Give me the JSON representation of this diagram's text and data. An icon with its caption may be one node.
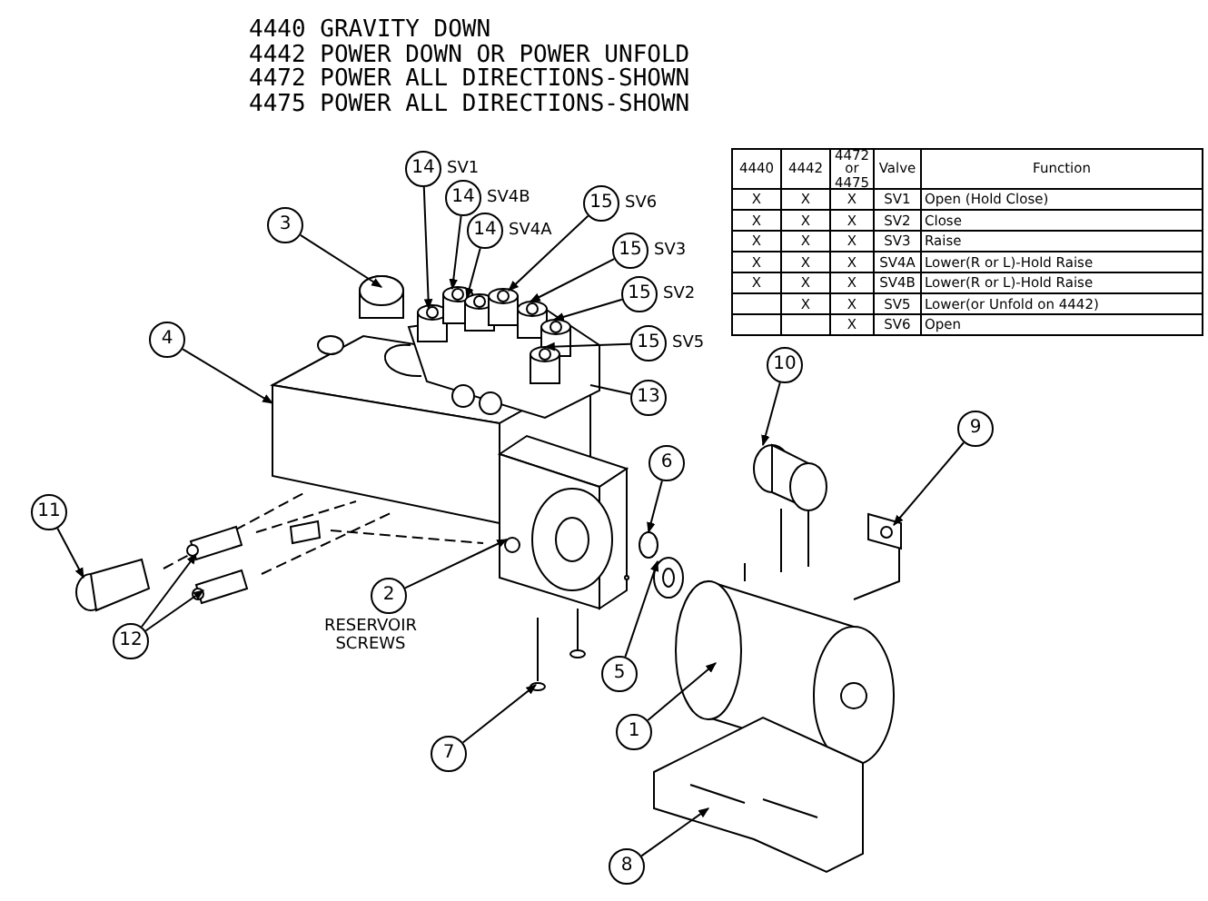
{
  "diagram": {
    "nodes": [
      {
        "text": [
          "3"
        ]
      },
      {
        "text": [
          "4"
        ]
      },
      {
        "text": [
          "14"
        ],
        "beside": [
          "SV1"
        ]
      },
      {
        "text": [
          "14"
        ],
        "beside": [
          "SV4B"
        ]
      },
      {
        "text": [
          "14"
        ],
        "beside": [
          "SV4A"
        ]
      },
      {
        "text": [
          "15"
        ],
        "beside": [
          "SV6"
        ]
      },
      {
        "text": [
          "15"
        ],
        "beside": [
          "SV3"
        ]
      },
      {
        "text": [
          "15"
        ],
        "beside": [
          "SV2"
        ]
      },
      {
        "text": [
          "15"
        ],
        "beside": [
          "SV5"
        ]
      },
      {
        "text": [
          "13"
        ]
      },
      {
        "text": [
          "10"
        ]
      },
      {
        "text": [
          "9"
        ]
      },
      {
        "text": [
          "11"
        ]
      },
      {
        "text": [
          "6"
        ]
      },
      {
        "text": [
          "2"
        ],
        "beside": [
          "RESERVOIR SCREWS"
        ]
      },
      {
        "text": [
          "12"
        ]
      },
      {
        "text": [
          "5"
        ]
      },
      {
        "text": [
          "7"
        ]
      },
      {
        "text": [
          "1"
        ]
      },
      {
        "text": [
          "8"
        ]
      },
      {
        "text": [],
        "shape": "cylinder"
      },
      {
        "text": [],
        "shape": "picture"
      },
      {
        "text": [],
        "shape": "picture"
      },
      {
        "text": [],
        "shape": "cylinder",
        "in": 22
      },
      {
        "text": [],
        "shape": "cylinder",
        "in": 22
      },
      {
        "text": [],
        "shape": "cylinder",
        "in": 22
      },
      {
        "text": [],
        "shape": "cylinder",
        "in": 22
      },
      {
        "text": [],
        "shape": "cylinder",
        "in": 22
      },
      {
        "text": [],
        "shape": "cylinder",
        "in": 22
      },
      {
        "text": [],
        "shape": "cylinder",
        "in": 22
      },
      {
        "text": [],
        "shape": "picture"
      },
      {
        "text": [],
        "shape": "picture"
      },
      {
        "text": [],
        "shape": "picture"
      },
      {
        "text": [],
        "shape": "circle"
      },
      {
        "text": [],
        "shape": "circle"
      },
      {
        "text": [],
        "shape": "picture"
      },
      {
        "text": [],
        "shape": "picture"
      },
      {
        "text": [],
        "shape": "picture"
      },
      {
        "text": [],
        "shape": "picture"
      },
      {
        "text": [],
        "shape": "cylinder"
      },
      {
        "text": [],
        "shape": "picture"
      }
    ],
    "edges": [
      {
        "from": 0,
        "to": 20,
        "arrow": "to"
      },
      {
        "from": 1,
        "to": 21,
        "arrow": "to"
      },
      {
        "from": 2,
        "to": 23,
        "arrow": "to"
      },
      {
        "from": 3,
        "to": 24,
        "arrow": "to"
      },
      {
        "from": 4,
        "to": 25,
        "arrow": "to"
      },
      {
        "from": 5,
        "to": 26,
        "arrow": "to"
      },
      {
        "from": 6,
        "to": 27,
        "arrow": "to"
      },
      {
        "from": 7,
        "to": 28,
        "arrow": "to"
      },
      {
        "from": 8,
        "to": 29,
        "arrow": "to"
      },
      {
        "from": 9,
        "to": 22,
        "arrow": "none"
      },
      {
        "from": 10,
        "to": 30,
        "arrow": "to"
      },
      {
        "from": 11,
        "to": 31,
        "arrow": "to"
      },
      {
        "from": 12,
        "to": 32,
        "arrow": "to"
      },
      {
        "from": 13,
        "to": 34,
        "arrow": "to"
      },
      {
        "from": 14,
        "to": 33,
        "arrow": "to"
      },
      {
        "from": 15,
        "to": 35,
        "arrow": "to"
      },
      {
        "from": 15,
        "to": 36,
        "arrow": "to"
      },
      {
        "from": 16,
        "to": 37,
        "arrow": "to"
      },
      {
        "from": 17,
        "to": 38,
        "arrow": "to"
      },
      {
        "from": 18,
        "to": 39,
        "arrow": "to"
      },
      {
        "from": 19,
        "to": 40,
        "arrow": "to"
      }
    ],
    "labels": [
      "4440 GRAVITY DOWN",
      "4442 POWER DOWN OR POWER UNFOLD",
      "4472 POWER ALL DIRECTIONS-SHOWN",
      "4475 POWER ALL DIRECTIONS-SHOWN",
      "4440",
      "4442",
      "4472 or 4475",
      "Valve",
      "Function",
      "X",
      "X",
      "X",
      "SV1",
      "Open (Hold Close)",
      "X",
      "X",
      "X",
      "SV2",
      "Close",
      "X",
      "X",
      "X",
      "SV3",
      "Raise",
      "X",
      "X",
      "X",
      "SV4A",
      "Lower(R or L)-Hold Raise",
      "X",
      "X",
      "X",
      "SV4B",
      "Lower(R or L)-Hold Raise",
      "X",
      "X",
      "SV5",
      "Lower(or Unfold on 4442)",
      "X",
      "SV6",
      "Open"
    ]
  }
}
